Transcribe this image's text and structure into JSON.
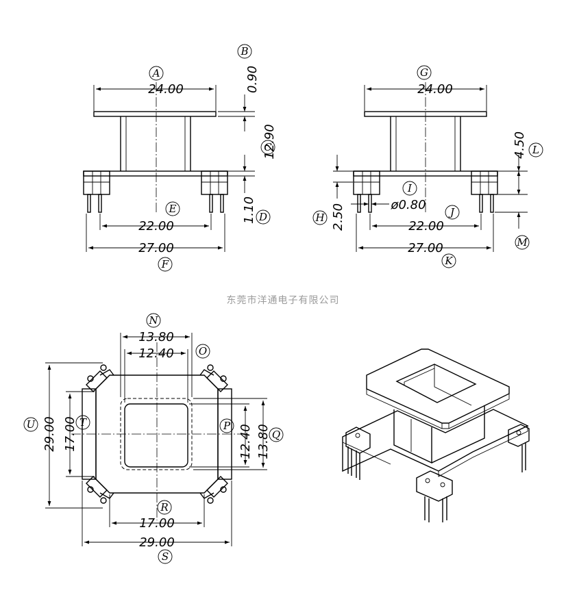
{
  "watermark": "东莞市洋通电子有限公司",
  "front_view": {
    "dims": {
      "A": "24.00",
      "B": "0.90",
      "C": "12.90",
      "D": "1.10",
      "E": "22.00",
      "F": "27.00"
    },
    "labels": {
      "A": "A",
      "B": "B",
      "C": "C",
      "D": "D",
      "E": "E",
      "F": "F"
    }
  },
  "side_view": {
    "dims": {
      "G": "24.00",
      "H": "2.50",
      "I": "ø0.80",
      "J": "22.00",
      "K": "27.00",
      "L": "4.50"
    },
    "labels": {
      "G": "G",
      "H": "H",
      "I": "I",
      "J": "J",
      "K": "K",
      "L": "L",
      "M": "M"
    }
  },
  "top_view": {
    "dims": {
      "N": "13.80",
      "O": "12.40",
      "P": "12.40",
      "Q": "13.80",
      "R": "17.00",
      "S": "29.00",
      "T": "17.00",
      "U": "29.00"
    },
    "labels": {
      "N": "N",
      "O": "O",
      "P": "P",
      "Q": "Q",
      "R": "R",
      "S": "S",
      "T": "T",
      "U": "U"
    }
  }
}
